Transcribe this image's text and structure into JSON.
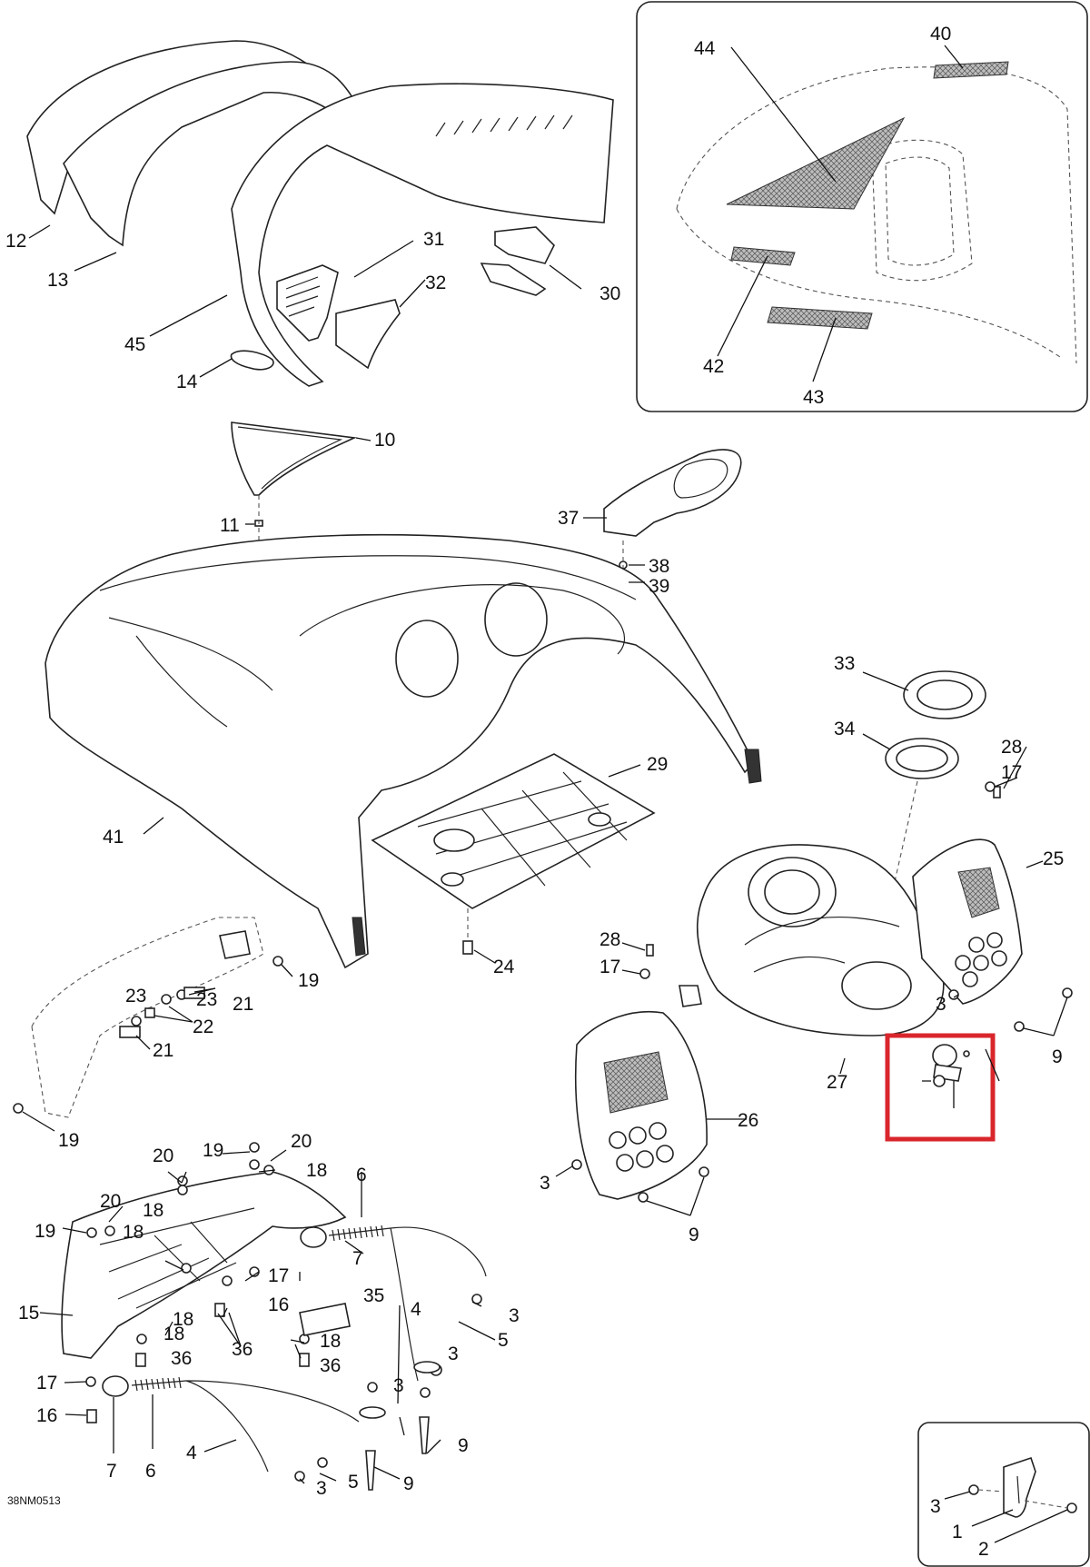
{
  "figure_code": "38NM0513",
  "highlight_color": "#d9262c",
  "callouts": [
    {
      "key": "c12",
      "text": "12"
    },
    {
      "key": "c13",
      "text": "13"
    },
    {
      "key": "c45",
      "text": "45"
    },
    {
      "key": "c14",
      "text": "14"
    },
    {
      "key": "c31",
      "text": "31"
    },
    {
      "key": "c32",
      "text": "32"
    },
    {
      "key": "c30",
      "text": "30"
    },
    {
      "key": "c44",
      "text": "44"
    },
    {
      "key": "c40",
      "text": "40"
    },
    {
      "key": "c42",
      "text": "42"
    },
    {
      "key": "c43",
      "text": "43"
    },
    {
      "key": "c10",
      "text": "10"
    },
    {
      "key": "c11",
      "text": "11"
    },
    {
      "key": "c37",
      "text": "37"
    },
    {
      "key": "c38",
      "text": "38"
    },
    {
      "key": "c39",
      "text": "39"
    },
    {
      "key": "c41",
      "text": "41"
    },
    {
      "key": "c29",
      "text": "29"
    },
    {
      "key": "c24",
      "text": "24"
    },
    {
      "key": "c33",
      "text": "33"
    },
    {
      "key": "c34",
      "text": "34"
    },
    {
      "key": "c28a",
      "text": "28"
    },
    {
      "key": "c17a",
      "text": "17"
    },
    {
      "key": "c25",
      "text": "25"
    },
    {
      "key": "c28b",
      "text": "28"
    },
    {
      "key": "c17b",
      "text": "17"
    },
    {
      "key": "c3a",
      "text": "3"
    },
    {
      "key": "c9a",
      "text": "9"
    },
    {
      "key": "c27",
      "text": "27"
    },
    {
      "key": "c26",
      "text": "26"
    },
    {
      "key": "c3b",
      "text": "3"
    },
    {
      "key": "c9b",
      "text": "9"
    },
    {
      "key": "c19a",
      "text": "19"
    },
    {
      "key": "c23a",
      "text": "23"
    },
    {
      "key": "c23b",
      "text": "23"
    },
    {
      "key": "c21a",
      "text": "21"
    },
    {
      "key": "c22",
      "text": "22"
    },
    {
      "key": "c21b",
      "text": "21"
    },
    {
      "key": "c19b",
      "text": "19"
    },
    {
      "key": "c20a",
      "text": "20"
    },
    {
      "key": "c19c",
      "text": "19"
    },
    {
      "key": "c20b",
      "text": "20"
    },
    {
      "key": "c18a",
      "text": "18"
    },
    {
      "key": "c6a",
      "text": "6"
    },
    {
      "key": "c18b",
      "text": "18"
    },
    {
      "key": "c20c",
      "text": "20"
    },
    {
      "key": "c19d",
      "text": "19"
    },
    {
      "key": "c18c",
      "text": "18"
    },
    {
      "key": "c7a",
      "text": "7"
    },
    {
      "key": "c17c",
      "text": "17"
    },
    {
      "key": "c35",
      "text": "35"
    },
    {
      "key": "c4a",
      "text": "4"
    },
    {
      "key": "c15",
      "text": "15"
    },
    {
      "key": "c16a",
      "text": "16"
    },
    {
      "key": "c18d",
      "text": "18"
    },
    {
      "key": "c36a",
      "text": "36"
    },
    {
      "key": "c3c",
      "text": "3"
    },
    {
      "key": "c18e",
      "text": "18"
    },
    {
      "key": "c36b",
      "text": "36"
    },
    {
      "key": "c5a",
      "text": "5"
    },
    {
      "key": "c18f",
      "text": "18"
    },
    {
      "key": "c36c",
      "text": "36"
    },
    {
      "key": "c3d",
      "text": "3"
    },
    {
      "key": "c17d",
      "text": "17"
    },
    {
      "key": "c3e",
      "text": "3"
    },
    {
      "key": "c16b",
      "text": "16"
    },
    {
      "key": "c9c",
      "text": "9"
    },
    {
      "key": "c7b",
      "text": "7"
    },
    {
      "key": "c6b",
      "text": "6"
    },
    {
      "key": "c4b",
      "text": "4"
    },
    {
      "key": "c5b",
      "text": "5"
    },
    {
      "key": "c3f",
      "text": "3"
    },
    {
      "key": "c9d",
      "text": "9"
    },
    {
      "key": "c3g",
      "text": "3"
    },
    {
      "key": "c1",
      "text": "1"
    },
    {
      "key": "c2",
      "text": "2"
    }
  ]
}
